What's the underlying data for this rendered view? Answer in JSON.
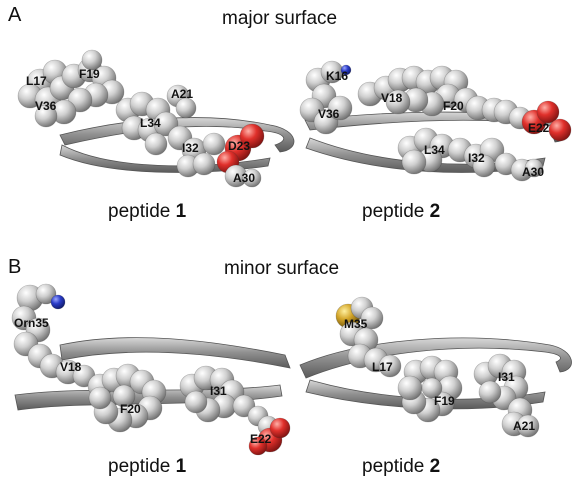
{
  "panel_a": {
    "letter": "A",
    "title": "major surface",
    "left_caption": {
      "prefix": "peptide",
      "number": "1"
    },
    "right_caption": {
      "prefix": "peptide",
      "number": "2"
    },
    "left_labels": [
      "L17",
      "F19",
      "V36",
      "A21",
      "L34",
      "I32",
      "D23",
      "A30"
    ],
    "right_labels": [
      "K16",
      "V18",
      "F20",
      "V36",
      "E22",
      "L34",
      "I32",
      "A30"
    ]
  },
  "panel_b": {
    "letter": "B",
    "title": "minor surface",
    "left_caption": {
      "prefix": "peptide",
      "number": "1"
    },
    "right_caption": {
      "prefix": "peptide",
      "number": "2"
    },
    "left_labels": [
      "Orn35",
      "V18",
      "F20",
      "I31",
      "E22"
    ],
    "right_labels": [
      "M35",
      "L17",
      "F19",
      "I31",
      "A21"
    ]
  },
  "colors": {
    "carbon": "#c9c9c9",
    "oxygen": "#e0302b",
    "nitrogen": "#2a3cc8",
    "sulfur": "#d4a62a",
    "ribbon": "#8a8a8a"
  }
}
